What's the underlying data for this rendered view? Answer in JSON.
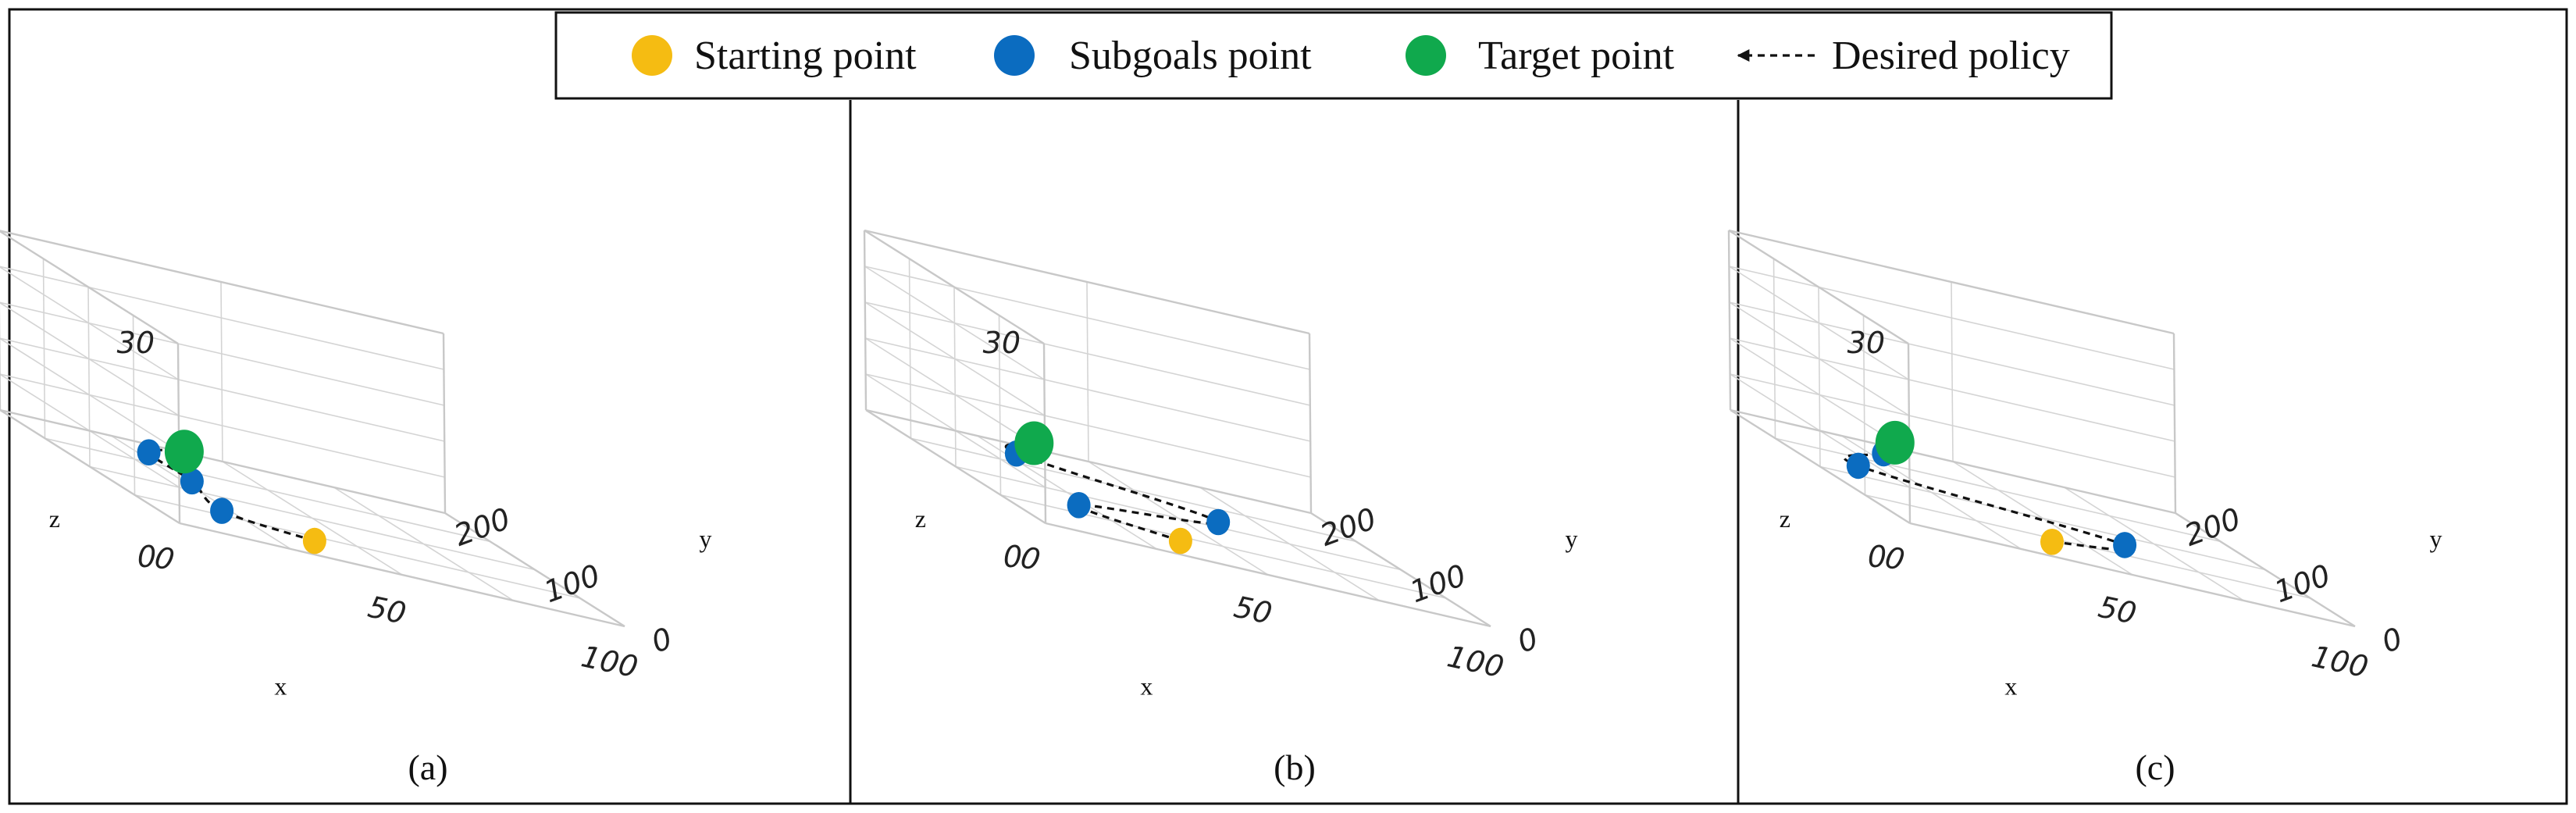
{
  "chart_data": {
    "type": "scatter",
    "legend": {
      "placement": "top-center",
      "entries": [
        {
          "label": "Starting point",
          "color": "#F5BC12",
          "marker": "circle"
        },
        {
          "label": "Subgoals point",
          "color": "#0B6CC0",
          "marker": "circle"
        },
        {
          "label": "Target point",
          "color": "#10A94D",
          "marker": "circle"
        },
        {
          "label": "Desired policy",
          "color": "#111111",
          "marker": "dashed-arrow"
        }
      ]
    },
    "axes": {
      "xlabel": "x",
      "ylabel": "y",
      "zlabel": "z",
      "xlim": [
        0,
        100
      ],
      "ylim": [
        0,
        200
      ],
      "zlim": [
        0,
        30
      ],
      "x_ticks": [
        "0",
        "50",
        "100"
      ],
      "y_ticks": [
        "0",
        "100",
        "200"
      ],
      "z_ticks": [
        "0",
        "30"
      ],
      "grid": true
    },
    "panels": [
      {
        "caption": "(a)",
        "start": {
          "x": 38,
          "y": 38,
          "z": 0
        },
        "subgoals": [
          {
            "x": 22,
            "y": 62,
            "z": 0
          },
          {
            "x": 28,
            "y": 125,
            "z": 0
          },
          {
            "x": 29,
            "y": 178,
            "z": 0
          }
        ],
        "target": {
          "x": 42,
          "y": 203,
          "z": 0
        }
      },
      {
        "caption": "(b)",
        "start": {
          "x": 38,
          "y": 38,
          "z": 0
        },
        "subgoals": [
          {
            "x": 22,
            "y": 72,
            "z": 0
          },
          {
            "x": 62,
            "y": 115,
            "z": 0
          },
          {
            "x": 29,
            "y": 176,
            "z": 0
          }
        ],
        "target": {
          "x": 41,
          "y": 216,
          "z": 0
        }
      },
      {
        "caption": "(c)",
        "start": {
          "x": 40,
          "y": 40,
          "z": 0
        },
        "subgoals": [
          {
            "x": 64,
            "y": 78,
            "z": 0
          },
          {
            "x": 14,
            "y": 127,
            "z": 0
          },
          {
            "x": 30,
            "y": 178,
            "z": 0
          }
        ],
        "target": {
          "x": 40,
          "y": 215,
          "z": 0
        }
      }
    ]
  }
}
